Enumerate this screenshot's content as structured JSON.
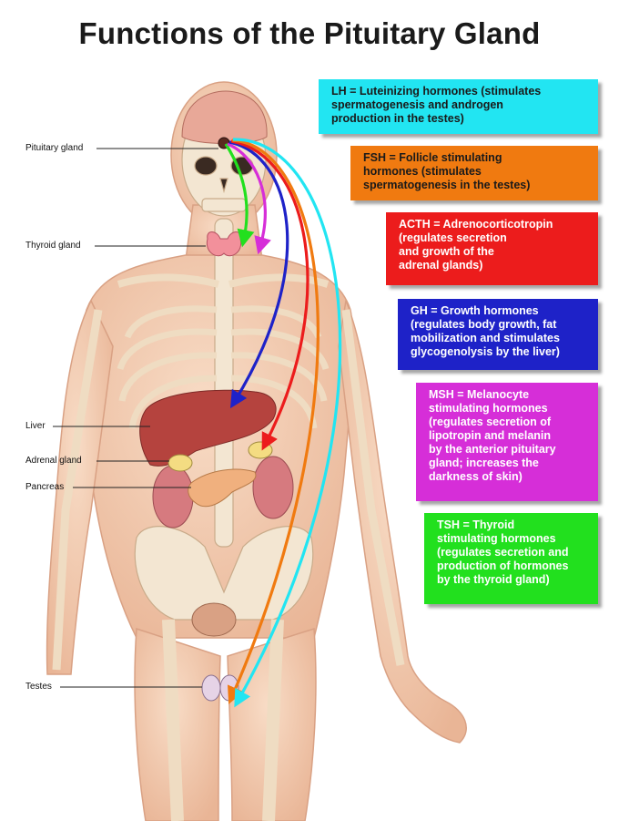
{
  "title": "Functions of the Pituitary Gland",
  "colors": {
    "lh": "#22e5f2",
    "fsh": "#f07a10",
    "acth": "#ec1c1c",
    "gh": "#1e22c8",
    "msh": "#d62ed8",
    "tsh": "#22e01e",
    "skin": "#f4cfb4",
    "bone": "#f3e6d2",
    "liver": "#b5433e",
    "kidney": "#d67a7f",
    "pancreas": "#f0b07e",
    "adrenal": "#f4dc82",
    "thyroid": "#f2909b"
  },
  "organs": [
    {
      "id": "pituitary",
      "label": "Pituitary gland"
    },
    {
      "id": "thyroid",
      "label": "Thyroid gland"
    },
    {
      "id": "liver",
      "label": "Liver"
    },
    {
      "id": "adrenal",
      "label": "Adrenal gland"
    },
    {
      "id": "pancreas",
      "label": "Pancreas"
    },
    {
      "id": "testes",
      "label": "Testes"
    }
  ],
  "hormones": [
    {
      "id": "lh",
      "lines": [
        "LH = Luteinizing hormones (stimulates",
        "spermatogenesis and androgen",
        "production in the testes)"
      ],
      "text_color": "#1a1a1a"
    },
    {
      "id": "fsh",
      "lines": [
        "FSH = Follicle stimulating",
        "hormones (stimulates",
        "spermatogenesis in the testes)"
      ],
      "text_color": "#1a1a1a"
    },
    {
      "id": "acth",
      "lines": [
        "ACTH = Adrenocorticotropin",
        "(regulates secretion",
        "and growth of the",
        "adrenal glands)"
      ],
      "text_color": "#ffffff"
    },
    {
      "id": "gh",
      "lines": [
        "GH = Growth hormones",
        "(regulates body growth, fat",
        "mobilization and stimulates",
        "glycogenolysis by the liver)"
      ],
      "text_color": "#ffffff"
    },
    {
      "id": "msh",
      "lines": [
        "MSH = Melanocyte",
        "stimulating hormones",
        "(regulates secretion of",
        "lipotropin and melanin",
        "by the anterior pituitary",
        "gland; increases the",
        "darkness of skin)"
      ],
      "text_color": "#ffffff"
    },
    {
      "id": "tsh",
      "lines": [
        "TSH = Thyroid",
        "stimulating hormones",
        "(regulates secretion and",
        "production of hormones",
        "by the thyroid gland)"
      ],
      "text_color": "#ffffff"
    }
  ]
}
